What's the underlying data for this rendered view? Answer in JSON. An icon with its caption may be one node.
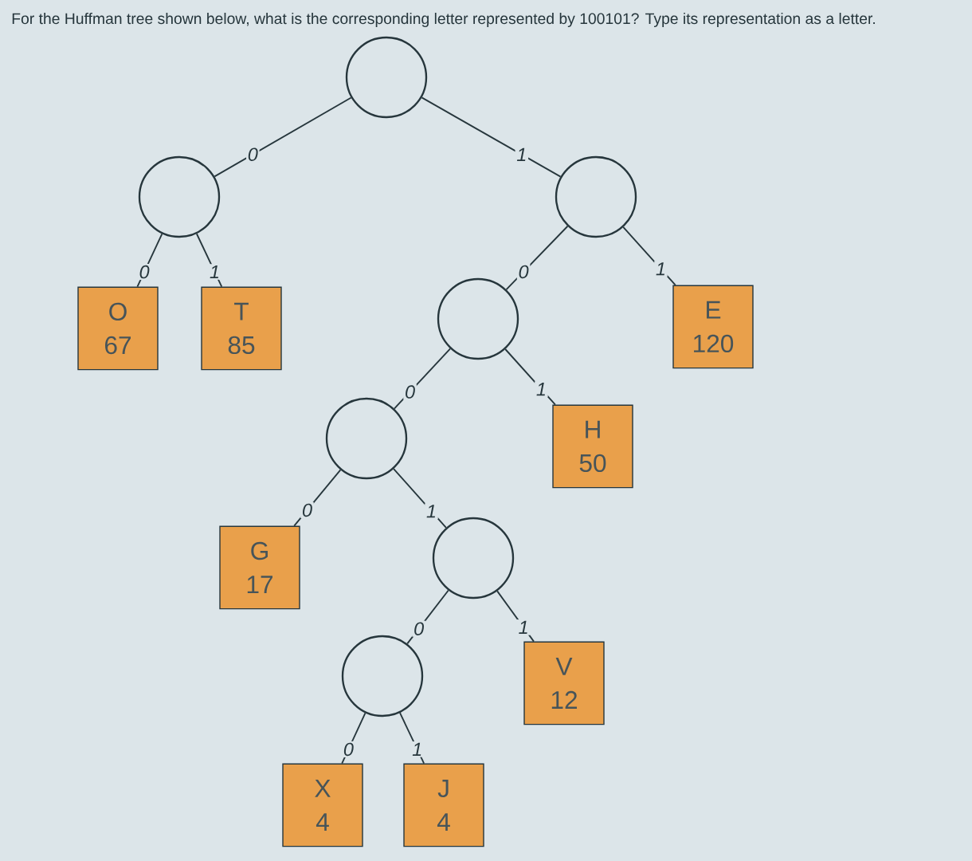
{
  "diagram": {
    "title": "For the Huffman tree shown below, what is the corresponding letter represented by 100101? Type its representation as a letter.",
    "nodes": [
      {
        "text": [],
        "shape": "circle"
      },
      {
        "text": [],
        "shape": "circle"
      },
      {
        "text": [],
        "shape": "circle"
      },
      {
        "text": [
          "O",
          "67"
        ]
      },
      {
        "text": [
          "T",
          "85"
        ]
      },
      {
        "text": [],
        "shape": "circle"
      },
      {
        "text": [
          "E",
          "120"
        ]
      },
      {
        "text": [],
        "shape": "circle"
      },
      {
        "text": [
          "H",
          "50"
        ]
      },
      {
        "text": [
          "G",
          "17"
        ]
      },
      {
        "text": [],
        "shape": "circle"
      },
      {
        "text": [],
        "shape": "circle"
      },
      {
        "text": [
          "V",
          "12"
        ]
      },
      {
        "text": [
          "X",
          "4"
        ]
      },
      {
        "text": [
          "J",
          "4"
        ]
      }
    ],
    "edges": [
      {
        "from": 0,
        "to": 1,
        "arrow": "none",
        "label": "0"
      },
      {
        "from": 0,
        "to": 2,
        "arrow": "none",
        "label": "1"
      },
      {
        "from": 1,
        "to": 3,
        "arrow": "none",
        "label": "0"
      },
      {
        "from": 1,
        "to": 4,
        "arrow": "none",
        "label": "1"
      },
      {
        "from": 2,
        "to": 5,
        "arrow": "none",
        "label": "0"
      },
      {
        "from": 2,
        "to": 6,
        "arrow": "none",
        "label": "1"
      },
      {
        "from": 5,
        "to": 7,
        "arrow": "none",
        "label": "0"
      },
      {
        "from": 5,
        "to": 8,
        "arrow": "none",
        "label": "1"
      },
      {
        "from": 7,
        "to": 9,
        "arrow": "none",
        "label": "0"
      },
      {
        "from": 7,
        "to": 10,
        "arrow": "none",
        "label": "1"
      },
      {
        "from": 10,
        "to": 11,
        "arrow": "none",
        "label": "0"
      },
      {
        "from": 10,
        "to": 12,
        "arrow": "none",
        "label": "1"
      },
      {
        "from": 11,
        "to": 13,
        "arrow": "none",
        "label": "0"
      },
      {
        "from": 11,
        "to": 14,
        "arrow": "none",
        "label": "1"
      }
    ]
  }
}
